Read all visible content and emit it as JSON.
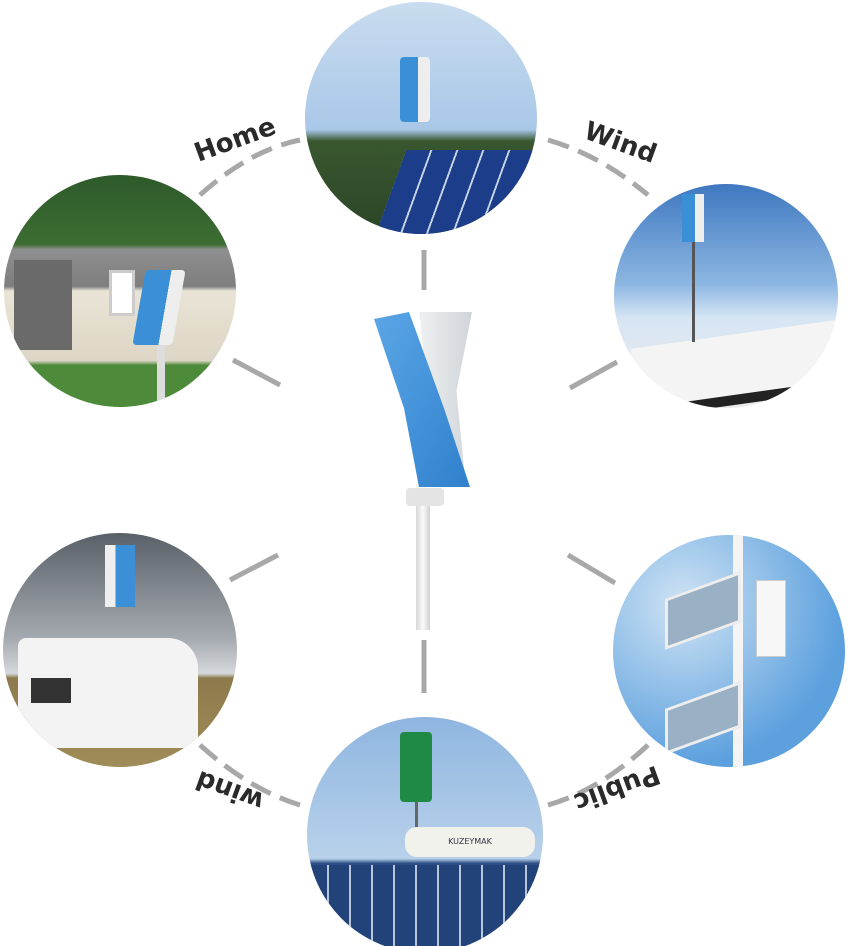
{
  "labels": {
    "home": "Home",
    "wind_top": "Wind",
    "wind_bottom": "wind",
    "public": "Public"
  },
  "tank_text": "KUZEYMAK",
  "colors": {
    "label": "#2a2a2a",
    "dash": "#a8a8a8",
    "turbine_blue": "#3a8fd6",
    "turbine_green": "#1f8a46",
    "sky": "#9cc4e8"
  }
}
